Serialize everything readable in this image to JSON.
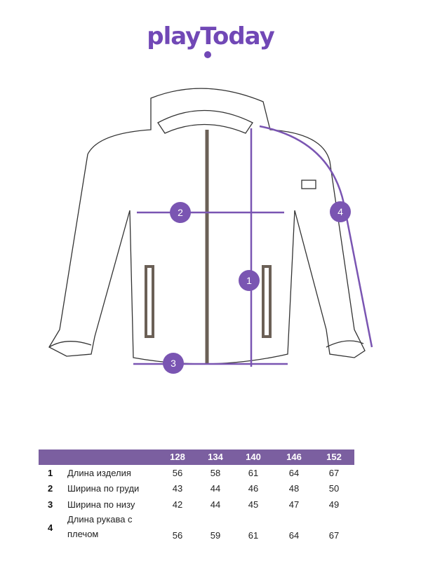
{
  "brand": {
    "logo": "playToday",
    "color": "#7148b6"
  },
  "table": {
    "sizes": [
      "128",
      "134",
      "140",
      "146",
      "152"
    ],
    "header_color": "#7b5fa0",
    "rows": [
      {
        "num": "1",
        "label": "Длина изделия",
        "values": [
          "56",
          "58",
          "61",
          "64",
          "67"
        ]
      },
      {
        "num": "2",
        "label": "Ширина по груди",
        "values": [
          "43",
          "44",
          "46",
          "48",
          "50"
        ]
      },
      {
        "num": "3",
        "label": "Ширина по низу",
        "values": [
          "42",
          "44",
          "45",
          "47",
          "49"
        ]
      },
      {
        "num": "4",
        "label": "Длина рукава с плечом",
        "values": [
          "56",
          "59",
          "61",
          "64",
          "67"
        ]
      }
    ]
  },
  "markers": [
    "1",
    "2",
    "3",
    "4"
  ]
}
